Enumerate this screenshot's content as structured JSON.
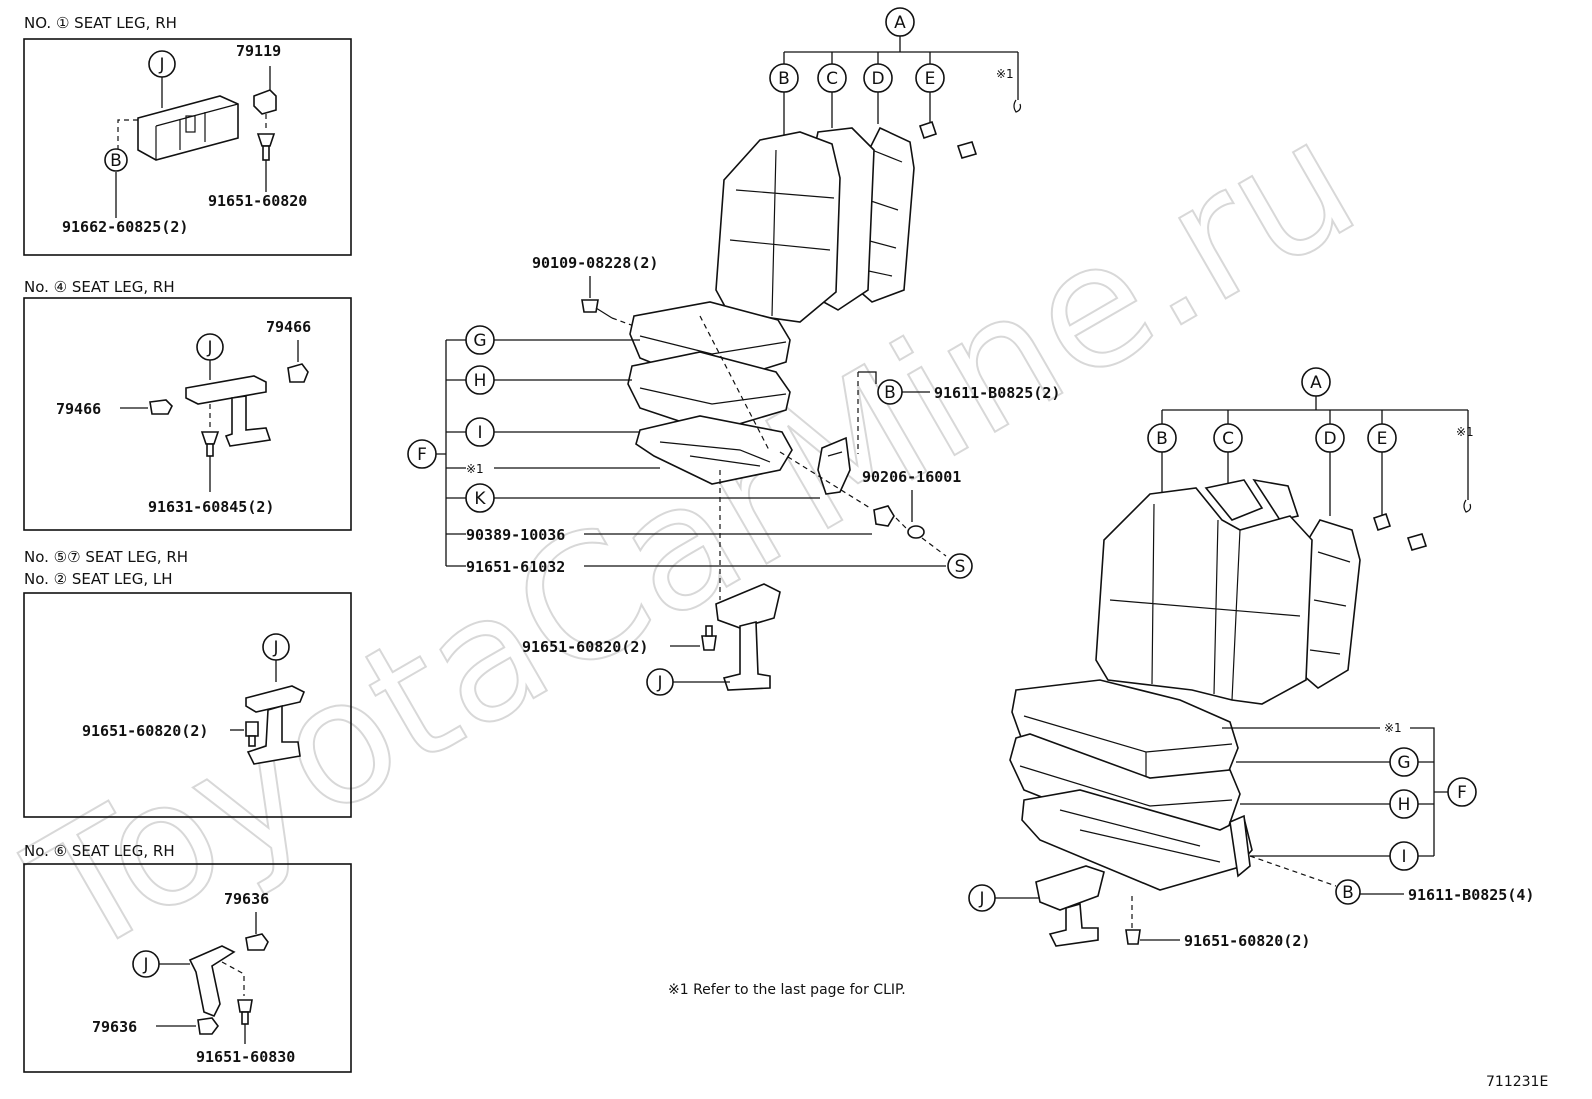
{
  "watermark": "ToyotaCarMine.ru",
  "panels": {
    "p1": {
      "title": "NO. ①  SEAT LEG, RH",
      "parts": [
        "79119",
        "91651-60820",
        "91662-60825(2)"
      ],
      "letters": [
        "J",
        "B"
      ]
    },
    "p4": {
      "title": "No. ④ SEAT LEG, RH",
      "parts": [
        "79466",
        "79466",
        "91631-60845(2)"
      ],
      "letters": [
        "J"
      ]
    },
    "p57": {
      "title1": "No. ⑤⑦ SEAT LEG, RH",
      "title2": "No. ②    SEAT LEG, LH",
      "parts": [
        "91651-60820(2)"
      ],
      "letters": [
        "J"
      ]
    },
    "p6": {
      "title": "No. ⑥ SEAT LEG, RH",
      "parts": [
        "79636",
        "79636",
        "91651-60830"
      ],
      "letters": [
        "J"
      ]
    }
  },
  "center": {
    "letters_top": [
      "A",
      "B",
      "C",
      "D",
      "E"
    ],
    "clip_mark": "※1",
    "group_letters": [
      "G",
      "H",
      "I",
      "K",
      "F",
      "B",
      "S",
      "J"
    ],
    "parts": {
      "screw": "90109-08228(2)",
      "bolt_b": "91611-B0825(2)",
      "washer": "90206-16001",
      "nut": "90389-10036",
      "bolt_s": "91651-61032",
      "leg_bolt": "91651-60820(2)"
    }
  },
  "right": {
    "letters_top": [
      "A",
      "B",
      "C",
      "D",
      "E"
    ],
    "clip_mark": "※1",
    "group_letters": [
      "G",
      "H",
      "I",
      "F",
      "B",
      "J"
    ],
    "parts": {
      "bolt_b": "91611-B0825(4)",
      "leg_bolt": "91651-60820(2)"
    }
  },
  "footnote": "※1  Refer to the last page for CLIP.",
  "diagram_code": "711231E"
}
